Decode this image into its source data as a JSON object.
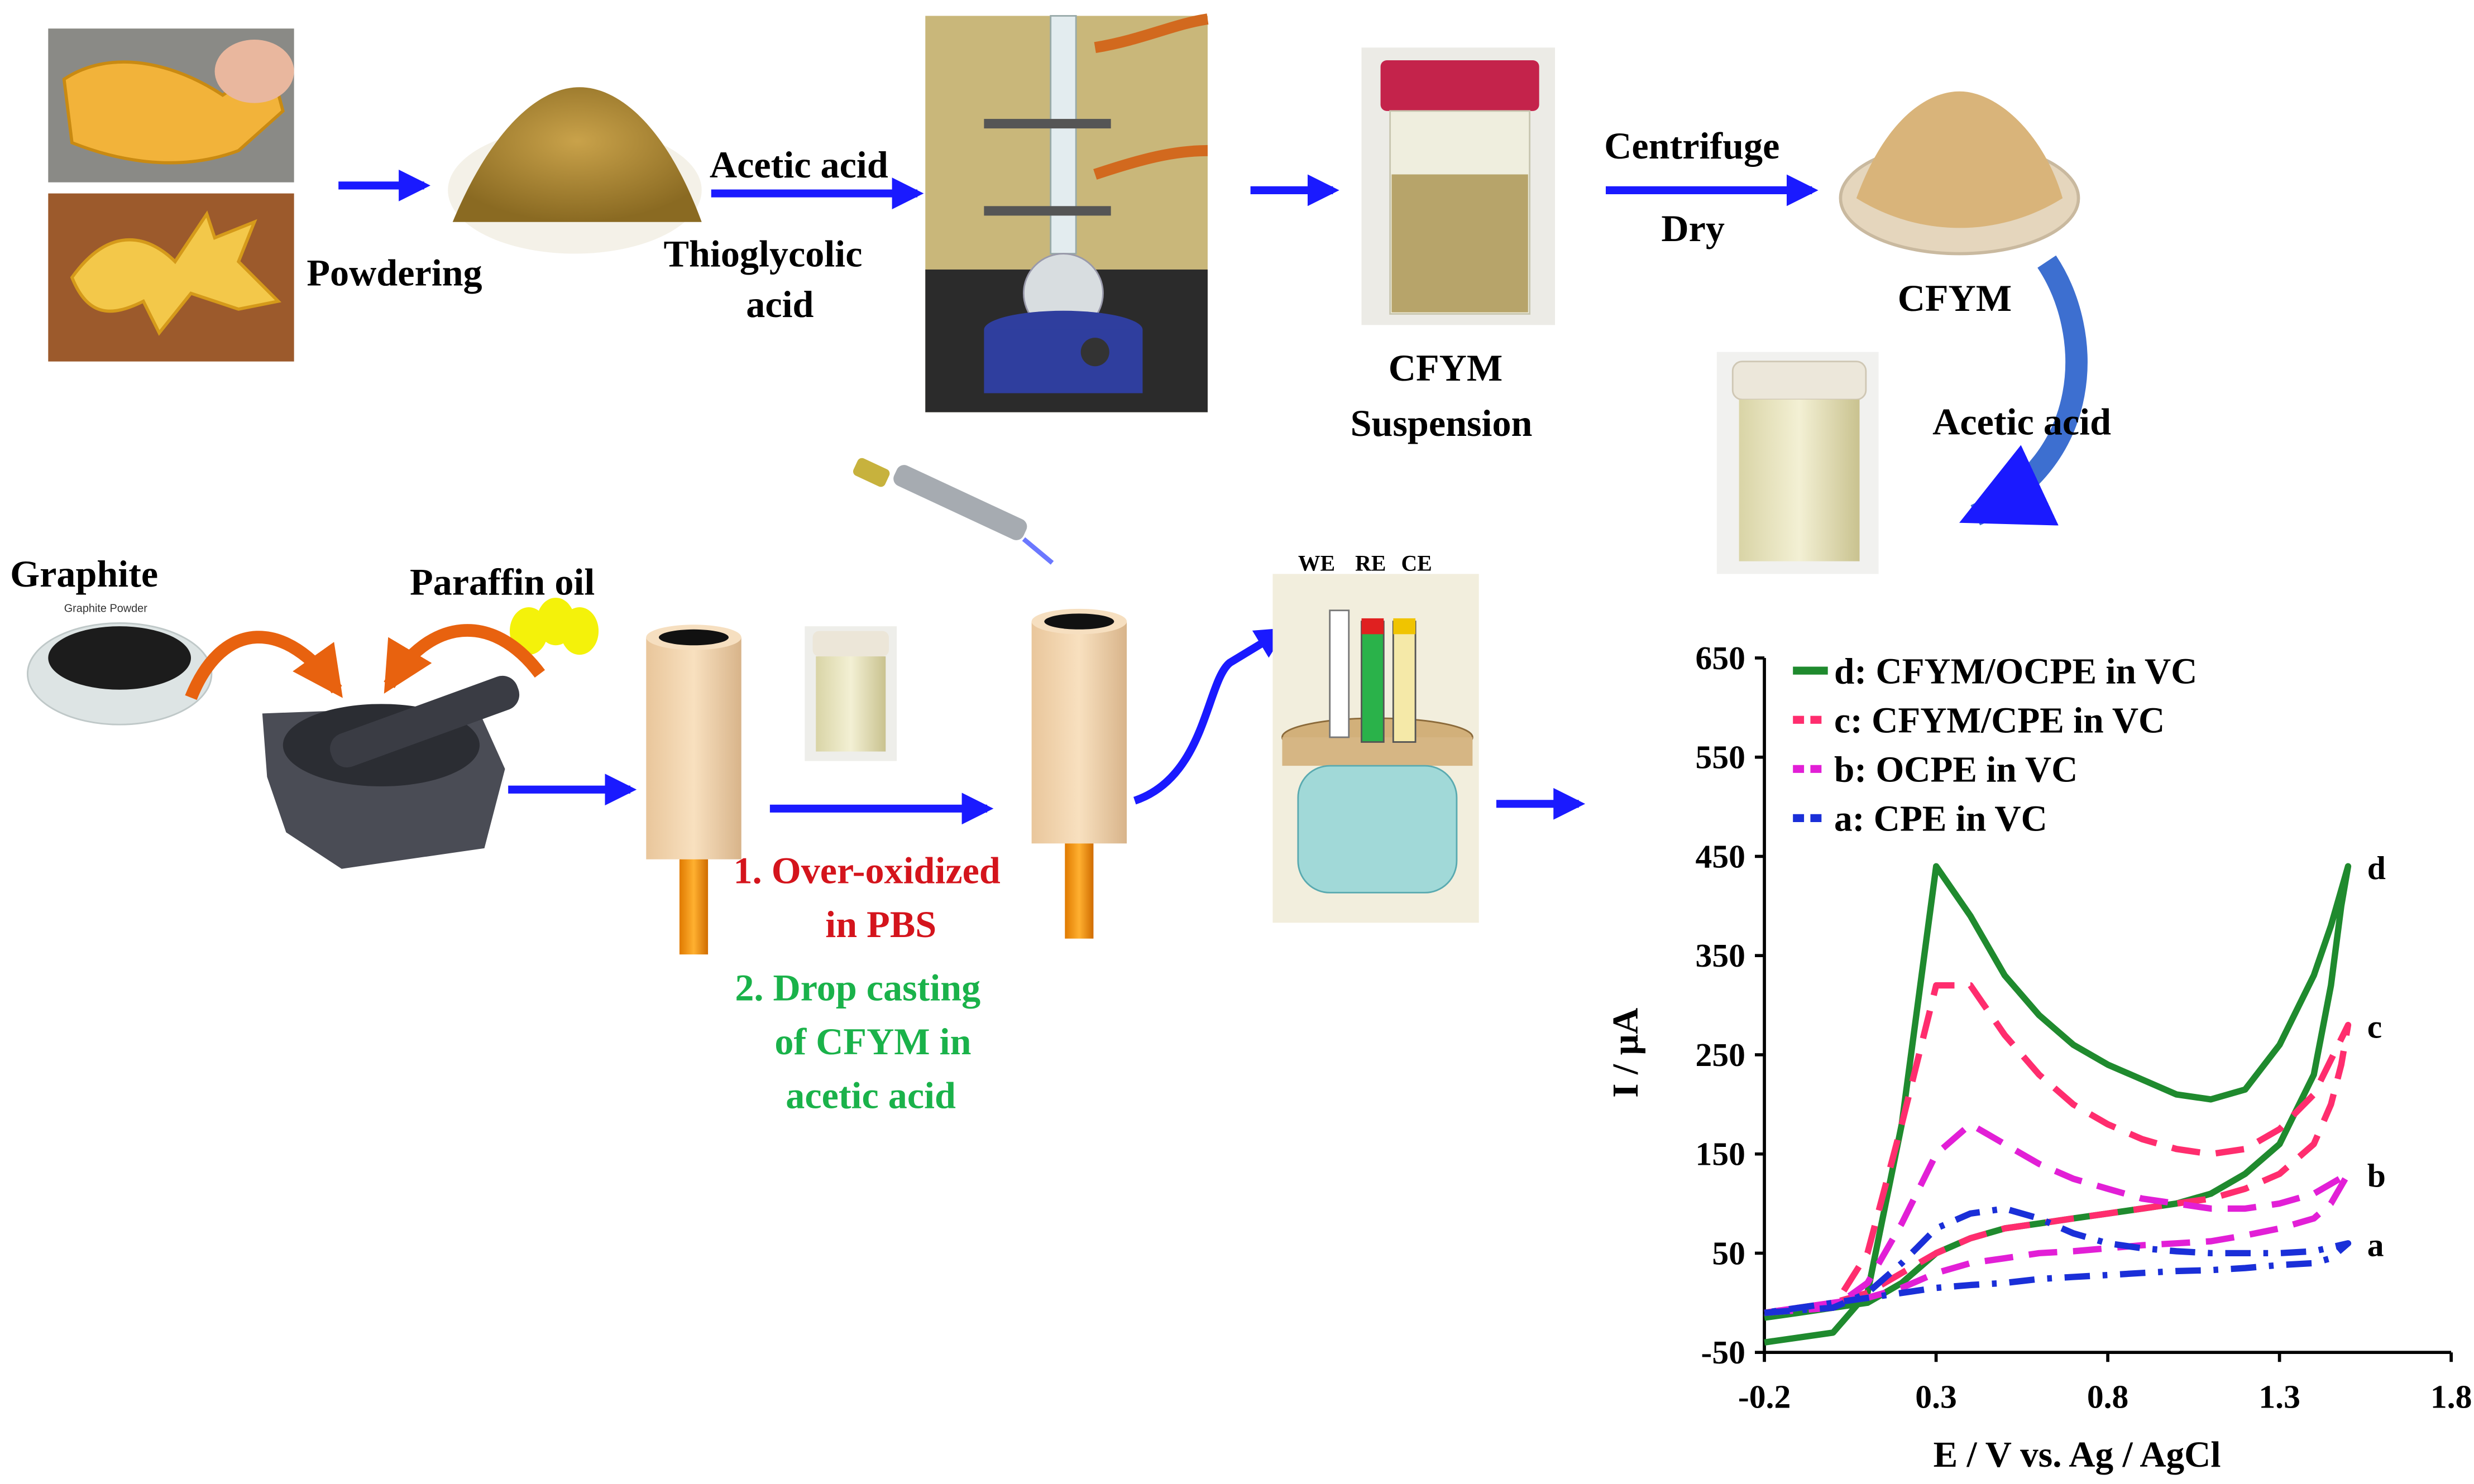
{
  "colors": {
    "flow_arrow": "#1a1aff",
    "step1_text": "#d4141c",
    "step2_text": "#1ab24a",
    "curve_d": "#1f8a2e",
    "curve_c": "#ff2d6e",
    "curve_b": "#e21fd6",
    "curve_a": "#1a2fd8"
  },
  "icons": [
    "chicken-feet-photo",
    "powder-photo",
    "reflux-apparatus-photo",
    "suspension-jar-photo",
    "dish-powder-photo",
    "solution-jar-photo",
    "graphite-dish",
    "paraffin-drops",
    "mortar-pestle",
    "pipette",
    "electrode",
    "electrochemical-cell"
  ],
  "top_flow": {
    "powdering": "Powdering",
    "acetic_acid": "Acetic acid",
    "thioglycolic_1": "Thioglycolic",
    "thioglycolic_2": "acid",
    "centrifuge": "Centrifuge",
    "dry": "Dry",
    "cfym": "CFYM",
    "suspension_1": "CFYM",
    "suspension_2": "Suspension",
    "acetic_acid_2": "Acetic acid"
  },
  "bottom_flow": {
    "graphite": "Graphite",
    "graphite_label": "Graphite Powder",
    "paraffin": "Paraffin oil",
    "step1_line1": "1. Over-oxidized",
    "step1_line2": "in PBS",
    "step2_line1": "2. Drop casting",
    "step2_line2": "of CFYM in",
    "step2_line3": "acetic acid",
    "we": "WE",
    "re": "RE",
    "ce": "CE"
  },
  "chart_data": {
    "type": "line",
    "xlabel": "E / V vs. Ag / AgCl",
    "ylabel": "I / µA",
    "xlim": [
      -0.2,
      1.8
    ],
    "ylim": [
      -50,
      650
    ],
    "xticks": [
      "-0.2",
      "0.3",
      "0.8",
      "1.3",
      "1.8"
    ],
    "yticks": [
      "-50",
      "50",
      "150",
      "250",
      "350",
      "450",
      "550",
      "650"
    ],
    "legend_position": "top-left",
    "grid": false,
    "series": [
      {
        "name": "d: CFYM/OCPE in VC",
        "end_label": "d",
        "style": "solid",
        "x": [
          -0.2,
          0.0,
          0.1,
          0.2,
          0.3,
          0.4,
          0.5,
          0.6,
          0.7,
          0.8,
          0.9,
          1.0,
          1.1,
          1.2,
          1.3,
          1.4,
          1.45,
          1.5,
          1.48,
          1.45,
          1.4,
          1.3,
          1.2,
          1.1,
          1.0,
          0.9,
          0.8,
          0.7,
          0.6,
          0.5,
          0.4,
          0.3,
          0.2,
          0.1,
          0.0,
          -0.1,
          -0.2
        ],
        "y": [
          -40,
          -30,
          10,
          180,
          440,
          390,
          330,
          290,
          260,
          240,
          225,
          210,
          205,
          215,
          260,
          330,
          380,
          440,
          400,
          320,
          230,
          160,
          130,
          110,
          100,
          95,
          90,
          85,
          80,
          75,
          65,
          50,
          20,
          0,
          -5,
          -10,
          -15
        ]
      },
      {
        "name": "c: CFYM/CPE in VC",
        "end_label": "c",
        "style": "dashed",
        "x": [
          -0.2,
          0.0,
          0.1,
          0.2,
          0.3,
          0.4,
          0.5,
          0.6,
          0.7,
          0.8,
          0.9,
          1.0,
          1.1,
          1.2,
          1.3,
          1.4,
          1.5,
          1.48,
          1.45,
          1.4,
          1.3,
          1.2,
          1.1,
          1.0,
          0.9,
          0.8,
          0.7,
          0.6,
          0.5,
          0.4,
          0.3,
          0.2,
          0.1,
          0.0,
          -0.1,
          -0.2
        ],
        "y": [
          -10,
          -5,
          50,
          180,
          320,
          320,
          270,
          230,
          200,
          180,
          165,
          155,
          150,
          155,
          175,
          210,
          280,
          240,
          200,
          160,
          130,
          115,
          105,
          100,
          95,
          90,
          85,
          80,
          75,
          65,
          50,
          30,
          10,
          0,
          -5,
          -10
        ]
      },
      {
        "name": "b: OCPE in VC",
        "end_label": "b",
        "style": "dashed",
        "x": [
          -0.2,
          0.0,
          0.1,
          0.2,
          0.3,
          0.4,
          0.5,
          0.6,
          0.7,
          0.8,
          0.9,
          1.0,
          1.1,
          1.2,
          1.3,
          1.4,
          1.5,
          1.45,
          1.4,
          1.3,
          1.2,
          1.1,
          1.0,
          0.9,
          0.8,
          0.7,
          0.6,
          0.5,
          0.4,
          0.3,
          0.2,
          0.1,
          0.0,
          -0.2
        ],
        "y": [
          -10,
          -5,
          20,
          80,
          150,
          180,
          160,
          140,
          125,
          115,
          105,
          100,
          95,
          95,
          100,
          110,
          130,
          100,
          85,
          75,
          68,
          62,
          60,
          58,
          55,
          52,
          50,
          45,
          40,
          30,
          15,
          5,
          0,
          -10
        ]
      },
      {
        "name": "a: CPE in VC",
        "end_label": "a",
        "style": "dash-dot",
        "x": [
          -0.2,
          0.0,
          0.1,
          0.2,
          0.3,
          0.4,
          0.5,
          0.6,
          0.7,
          0.8,
          0.9,
          1.0,
          1.1,
          1.2,
          1.3,
          1.4,
          1.5,
          1.45,
          1.4,
          1.3,
          1.2,
          1.1,
          1.0,
          0.9,
          0.8,
          0.7,
          0.6,
          0.5,
          0.4,
          0.3,
          0.2,
          0.1,
          0.0,
          -0.2
        ],
        "y": [
          -10,
          -5,
          10,
          40,
          75,
          90,
          95,
          85,
          70,
          60,
          55,
          52,
          50,
          50,
          50,
          52,
          60,
          45,
          40,
          38,
          35,
          33,
          32,
          30,
          28,
          26,
          24,
          20,
          18,
          15,
          10,
          5,
          0,
          -10
        ]
      }
    ]
  }
}
